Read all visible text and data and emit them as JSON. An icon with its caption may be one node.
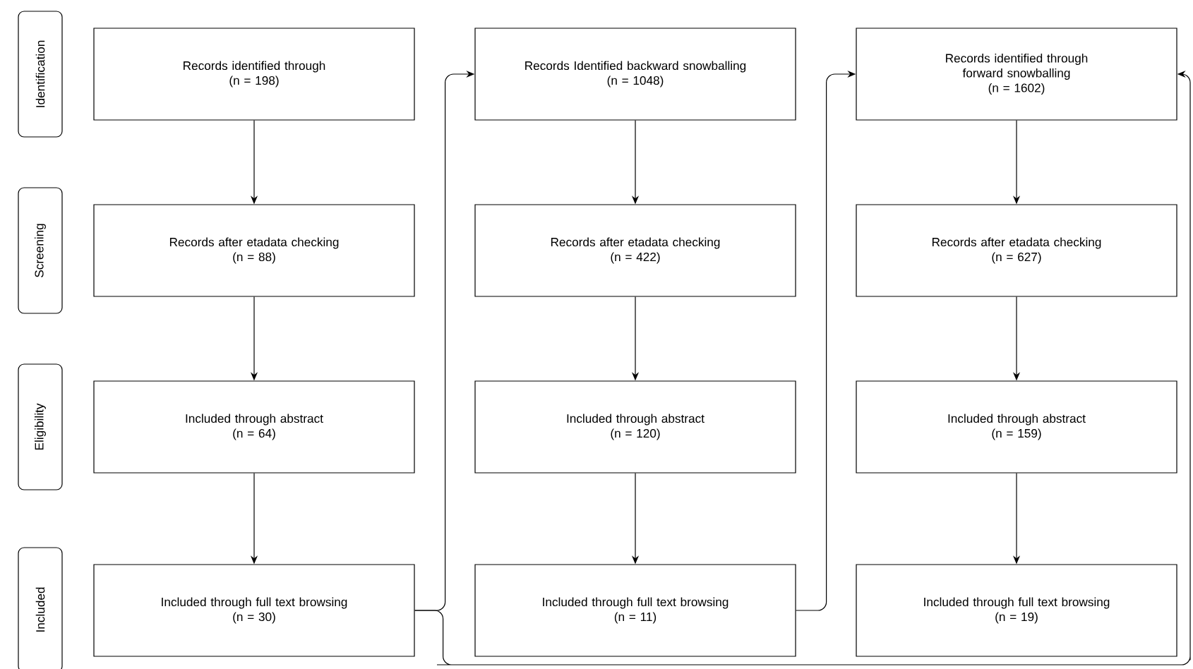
{
  "diagram": {
    "nodes": [
      {
        "text": [
          "Identification"
        ]
      },
      {
        "text": [
          "Screening"
        ]
      },
      {
        "text": [
          "Eligibility"
        ]
      },
      {
        "text": [
          "Included"
        ]
      },
      {
        "text": [
          "Records identified through",
          "(n = 198)"
        ]
      },
      {
        "text": [
          "Records after etadata checking",
          "(n = 88)"
        ]
      },
      {
        "text": [
          "Included through abstract",
          "(n = 64)"
        ]
      },
      {
        "text": [
          "Included through full text browsing",
          "(n = 30)"
        ]
      },
      {
        "text": [
          "Records Identified backward snowballing",
          "(n = 1048)"
        ]
      },
      {
        "text": [
          "Records after etadata checking",
          "(n = 422)"
        ]
      },
      {
        "text": [
          "Included through abstract",
          "(n = 120)"
        ]
      },
      {
        "text": [
          "Included through full text browsing",
          "(n = 11)"
        ]
      },
      {
        "text": [
          "Records identified through forward snowballing",
          "(n = 1602)"
        ]
      },
      {
        "text": [
          "Records after etadata checking",
          "(n = 627)"
        ]
      },
      {
        "text": [
          "Included through abstract",
          "(n = 159)"
        ]
      },
      {
        "text": [
          "Included through full text browsing",
          "(n = 19)"
        ]
      }
    ],
    "edges": [
      {
        "from": 4,
        "to": 5,
        "arrow": "to"
      },
      {
        "from": 5,
        "to": 6,
        "arrow": "to"
      },
      {
        "from": 6,
        "to": 7,
        "arrow": "to"
      },
      {
        "from": 7,
        "to": 8,
        "arrow": "to"
      },
      {
        "from": 7,
        "to": 12,
        "arrow": "to"
      },
      {
        "from": 8,
        "to": 9,
        "arrow": "to"
      },
      {
        "from": 9,
        "to": 10,
        "arrow": "to"
      },
      {
        "from": 10,
        "to": 11,
        "arrow": "to"
      },
      {
        "from": 11,
        "to": 12,
        "arrow": "to"
      },
      {
        "from": 12,
        "to": 13,
        "arrow": "to"
      },
      {
        "from": 13,
        "to": 14,
        "arrow": "to"
      },
      {
        "from": 14,
        "to": 15,
        "arrow": "to"
      }
    ]
  }
}
